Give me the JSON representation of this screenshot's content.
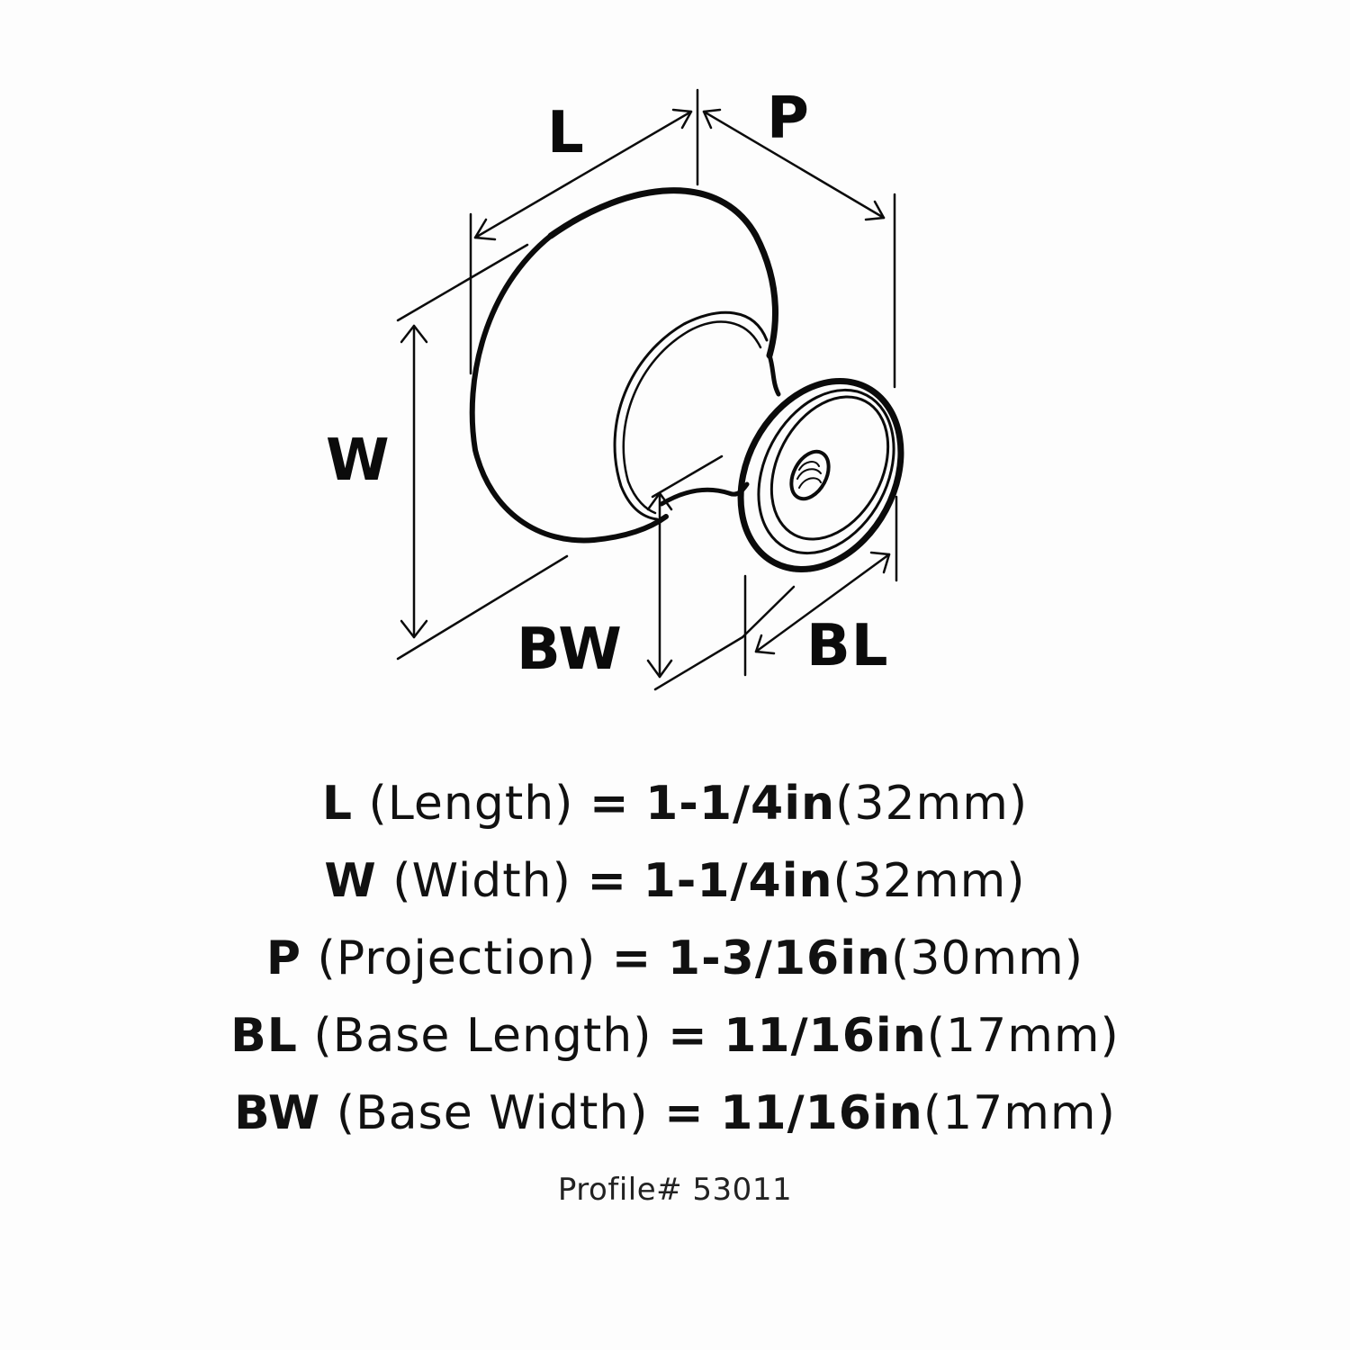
{
  "drawing": {
    "subject": "cabinet knob",
    "labels": {
      "L": "L",
      "P": "P",
      "W": "W",
      "BW": "BW",
      "BL": "BL"
    }
  },
  "specs": [
    {
      "code": "L",
      "name": "(Length)",
      "eq": "=",
      "inches": "1-1/4in",
      "mm": "(32mm)"
    },
    {
      "code": "W",
      "name": "(Width)",
      "eq": "=",
      "inches": "1-1/4in",
      "mm": "(32mm)"
    },
    {
      "code": "P",
      "name": "(Projection)",
      "eq": "=",
      "inches": "1-3/16in",
      "mm": "(30mm)"
    },
    {
      "code": "BL",
      "name": "(Base Length)",
      "eq": "=",
      "inches": "11/16in",
      "mm": "(17mm)"
    },
    {
      "code": "BW",
      "name": "(Base Width)",
      "eq": "=",
      "inches": "11/16in",
      "mm": "(17mm)"
    }
  ],
  "profile": "Profile# 53011",
  "colors": {
    "background": "#fdfdfd",
    "ink": "#111111"
  }
}
